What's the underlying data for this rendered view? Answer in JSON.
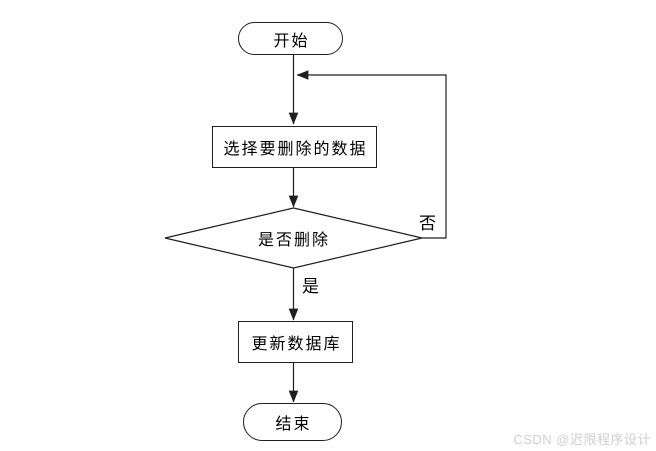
{
  "flowchart": {
    "nodes": {
      "start": {
        "label": "开始",
        "shape": "stadium"
      },
      "select": {
        "label": "选择要删除的数据",
        "shape": "process"
      },
      "decision": {
        "label": "是否删除",
        "shape": "decision"
      },
      "update": {
        "label": "更新数据库",
        "shape": "process"
      },
      "end": {
        "label": "结束",
        "shape": "stadium"
      }
    },
    "edges": [
      {
        "from": "start",
        "to": "select",
        "label": ""
      },
      {
        "from": "select",
        "to": "decision",
        "label": ""
      },
      {
        "from": "decision",
        "to": "update",
        "label": "是"
      },
      {
        "from": "decision",
        "to": "select",
        "label": "否",
        "route": "loop-back right side to start-select arrow"
      },
      {
        "from": "update",
        "to": "end",
        "label": ""
      }
    ]
  },
  "watermark": {
    "text": "CSDN @迟限程序设计"
  },
  "colors": {
    "line": "#1f1f1f",
    "node-fill": "#ffffff",
    "text": "#000000",
    "watermark": "#cfcfcf",
    "background": "#ffffff"
  }
}
